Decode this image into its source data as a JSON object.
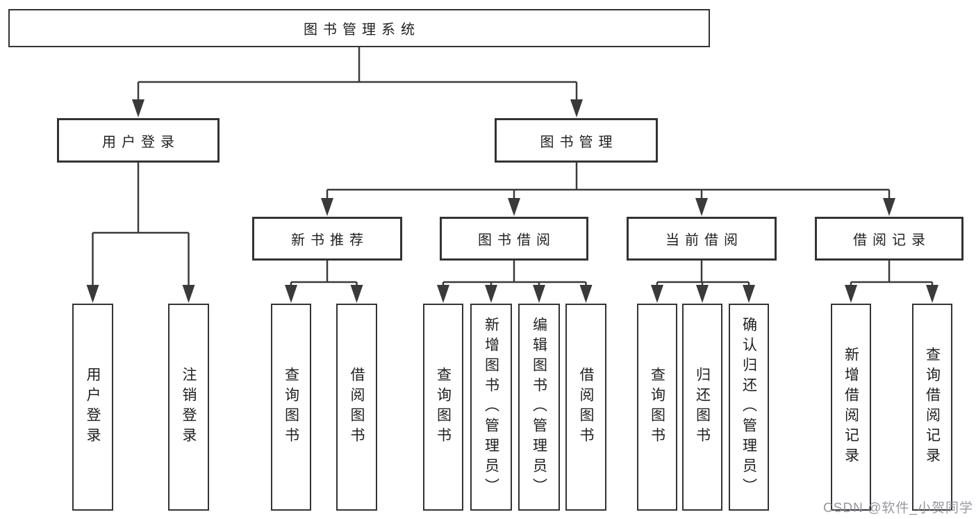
{
  "tree": {
    "root": {
      "label": "图书管理系统"
    },
    "branches": [
      {
        "label": "用户登录",
        "children": [
          {
            "label": "用户登录"
          },
          {
            "label": "注销登录"
          }
        ]
      },
      {
        "label": "图书管理",
        "children": [
          {
            "label": "新书推荐",
            "children": [
              {
                "label": "查询图书"
              },
              {
                "label": "借阅图书"
              }
            ]
          },
          {
            "label": "图书借阅",
            "children": [
              {
                "label": "查询图书"
              },
              {
                "label": "新增图书（管理员）"
              },
              {
                "label": "编辑图书（管理员）"
              },
              {
                "label": "借阅图书"
              }
            ]
          },
          {
            "label": "当前借阅",
            "children": [
              {
                "label": "查询图书"
              },
              {
                "label": "归还图书"
              },
              {
                "label": "确认归还（管理员）"
              }
            ]
          },
          {
            "label": "借阅记录",
            "children": [
              {
                "label": "新增借阅记录"
              },
              {
                "label": "查询借阅记录"
              }
            ]
          }
        ]
      }
    ]
  },
  "watermark": {
    "text": "CSDN @软件_小贺同学"
  },
  "colors": {
    "box_border": "#333333",
    "connector_line": "#3a3a3a",
    "text": "#1f1f1f",
    "watermark_text": "#8c8c96",
    "background": "#ffffff"
  }
}
